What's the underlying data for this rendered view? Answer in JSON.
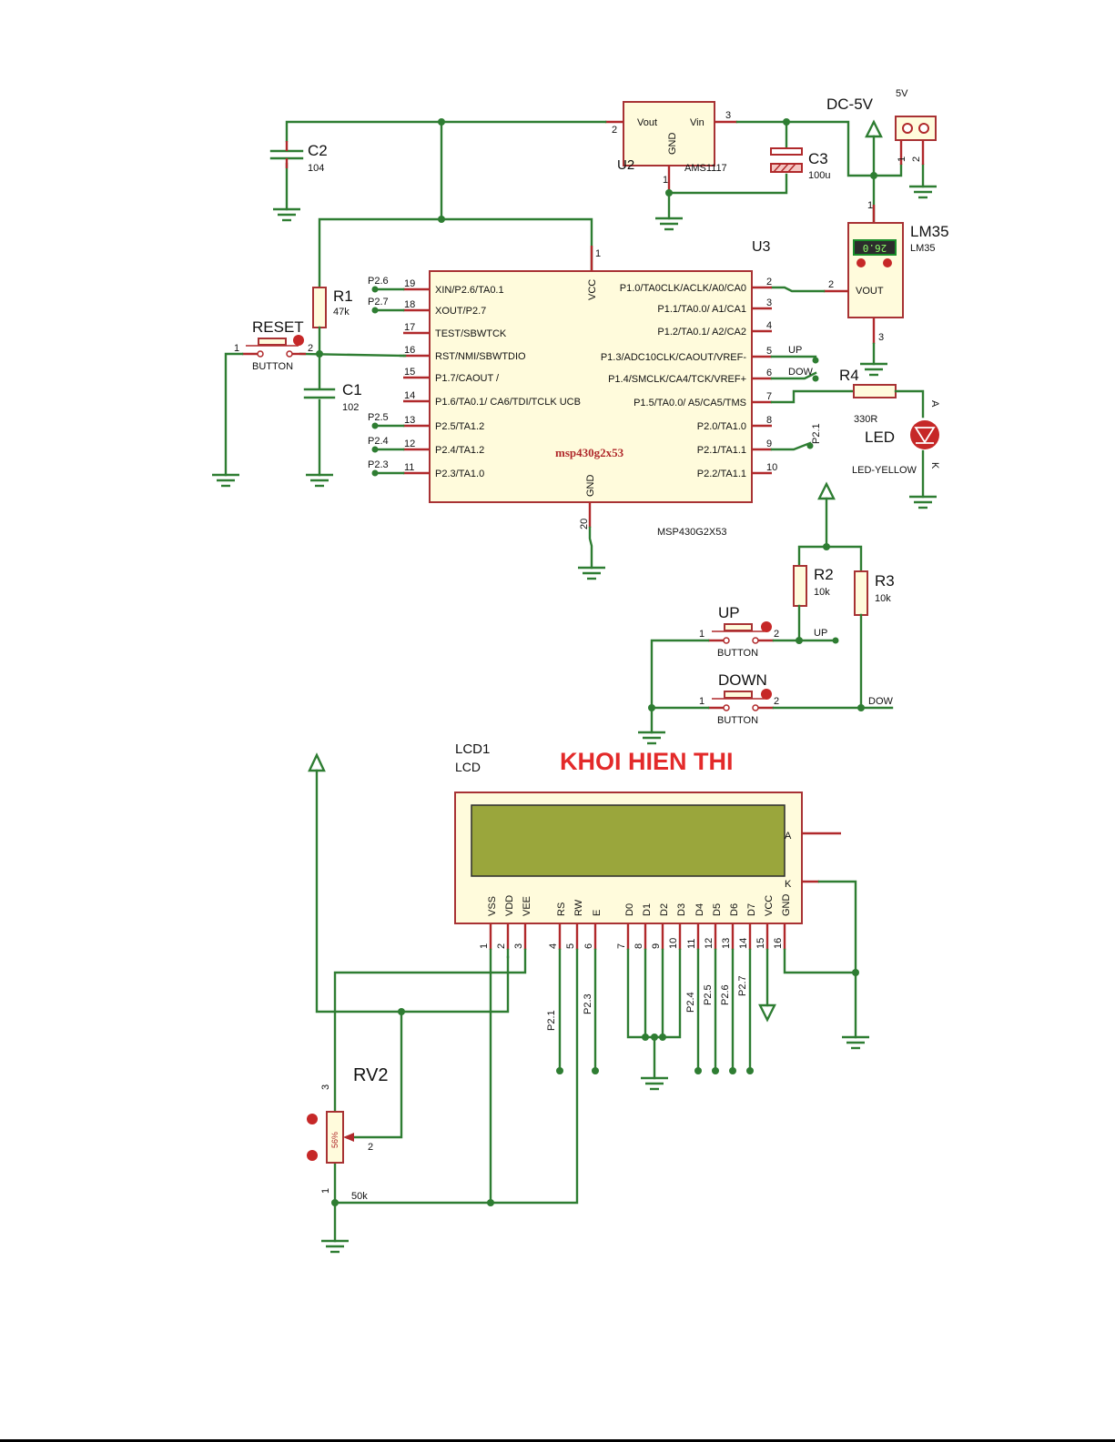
{
  "power": {
    "label": "DC-5V",
    "top_cut_label": "5V"
  },
  "regulator": {
    "ref": "U2",
    "part": "AMS1117",
    "pin_vout": "Vout",
    "pin_vin": "Vin",
    "pin_gnd": "GND",
    "pin_nums": [
      "2",
      "3",
      "1"
    ]
  },
  "c2": {
    "ref": "C2",
    "value": "104"
  },
  "c3": {
    "ref": "C3",
    "value": "100u"
  },
  "c1": {
    "ref": "C1",
    "value": "102"
  },
  "r1": {
    "ref": "R1",
    "value": "47k"
  },
  "r2": {
    "ref": "R2",
    "value": "10k"
  },
  "r3": {
    "ref": "R3",
    "value": "10k"
  },
  "r4": {
    "ref": "R4",
    "value": "330R"
  },
  "reset_btn": {
    "ref": "RESET",
    "part": "BUTTON",
    "p1": "1",
    "p2": "2"
  },
  "up_btn": {
    "ref": "UP",
    "part": "BUTTON",
    "p1": "1",
    "p2": "2",
    "net": "UP"
  },
  "down_btn": {
    "ref": "DOWN",
    "part": "BUTTON",
    "p1": "1",
    "p2": "2",
    "net": "DOW"
  },
  "connector": {
    "p1": "1",
    "p2": "2"
  },
  "lm35": {
    "ref": "LM35",
    "part": "LM35",
    "display": "26.0",
    "pin_vout": "VOUT",
    "pin1": "1",
    "pin2": "2",
    "pin3": "3"
  },
  "led": {
    "ref": "LED",
    "part": "LED-YELLOW",
    "anode": "A",
    "cathode": "K"
  },
  "mcu": {
    "ref": "U3",
    "part": "MSP430G2X53",
    "center": "msp430g2x53",
    "vcc": "VCC",
    "vcc_pin": "1",
    "gnd": "GND",
    "gnd_pin": "20",
    "left_pins": [
      {
        "num": "19",
        "name": "XIN/P2.6/TA0.1",
        "net": "P2.6"
      },
      {
        "num": "18",
        "name": "XOUT/P2.7",
        "net": "P2.7"
      },
      {
        "num": "17",
        "name": "TEST/SBWTCK",
        "net": ""
      },
      {
        "num": "16",
        "name": "RST/NMI/SBWTDIO",
        "net": ""
      },
      {
        "num": "15",
        "name": "P1.7/CAOUT /",
        "net": ""
      },
      {
        "num": "14",
        "name": "P1.6/TA0.1/ CA6/TDI/TCLK UCB",
        "net": ""
      },
      {
        "num": "13",
        "name": "P2.5/TA1.2",
        "net": "P2.5"
      },
      {
        "num": "12",
        "name": "P2.4/TA1.2",
        "net": "P2.4"
      },
      {
        "num": "11",
        "name": "P2.3/TA1.0",
        "net": "P2.3"
      }
    ],
    "right_pins": [
      {
        "num": "2",
        "name": "P1.0/TA0CLK/ACLK/A0/CA0",
        "net": ""
      },
      {
        "num": "3",
        "name": "P1.1/TA0.0/ A1/CA1",
        "net": ""
      },
      {
        "num": "4",
        "name": "P1.2/TA0.1/ A2/CA2",
        "net": ""
      },
      {
        "num": "5",
        "name": "P1.3/ADC10CLK/CAOUT/VREF-",
        "net": "UP"
      },
      {
        "num": "6",
        "name": "P1.4/SMCLK/CA4/TCK/VREF+",
        "net": "DOW"
      },
      {
        "num": "7",
        "name": "P1.5/TA0.0/ A5/CA5/TMS",
        "net": ""
      },
      {
        "num": "8",
        "name": "P2.0/TA1.0",
        "net": ""
      },
      {
        "num": "9",
        "name": "P2.1/TA1.1",
        "net": "P2.1"
      },
      {
        "num": "10",
        "name": "P2.2/TA1.1",
        "net": ""
      }
    ]
  },
  "lcd": {
    "ref": "LCD1",
    "part": "LCD",
    "pin_a": "A",
    "pin_k": "K",
    "pins": [
      {
        "num": "1",
        "name": "VSS"
      },
      {
        "num": "2",
        "name": "VDD"
      },
      {
        "num": "3",
        "name": "VEE"
      },
      {
        "num": "4",
        "name": "RS"
      },
      {
        "num": "5",
        "name": "RW"
      },
      {
        "num": "6",
        "name": "E"
      },
      {
        "num": "7",
        "name": "D0"
      },
      {
        "num": "8",
        "name": "D1"
      },
      {
        "num": "9",
        "name": "D2"
      },
      {
        "num": "10",
        "name": "D3"
      },
      {
        "num": "11",
        "name": "D4"
      },
      {
        "num": "12",
        "name": "D5"
      },
      {
        "num": "13",
        "name": "D6"
      },
      {
        "num": "14",
        "name": "D7"
      },
      {
        "num": "15",
        "name": "VCC"
      },
      {
        "num": "16",
        "name": "GND"
      }
    ],
    "nets": [
      "P2.1",
      "P2.3",
      "P2.4",
      "P2.5",
      "P2.6",
      "P2.7"
    ]
  },
  "section_title": "KHOI HIEN THI",
  "rv2": {
    "ref": "RV2",
    "value": "50k",
    "percent": "56%",
    "p1": "1",
    "p2": "2",
    "p3": "3"
  },
  "colors": {
    "wire": "#2e7d32",
    "pin": "#b0292b",
    "body": "#fffbdc",
    "lcd_screen": "#9aa63c",
    "title": "#e32a2a"
  }
}
